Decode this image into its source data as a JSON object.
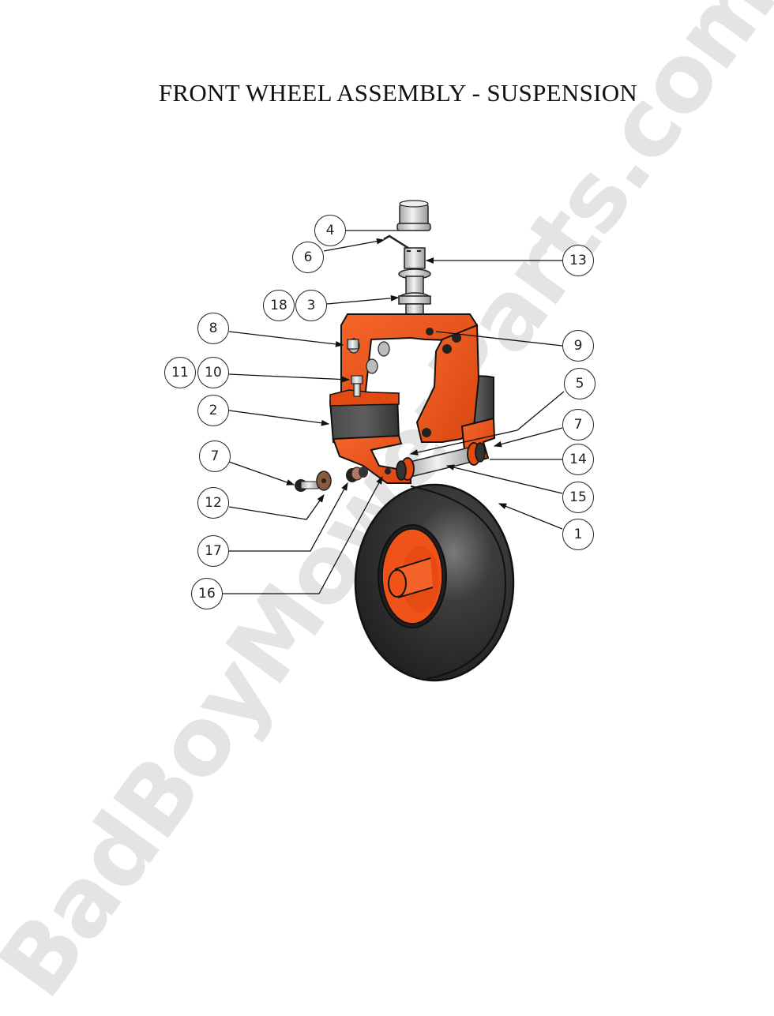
{
  "title": "FRONT WHEEL ASSEMBLY - SUSPENSION",
  "watermark": "BadBoyMowerParts.com",
  "colors": {
    "frame_orange": "#f0531a",
    "rubber_dark": "#3a3a3a",
    "hardware_gray": "#c8c8c8",
    "watermark_gray": "#e4e4e4"
  },
  "callouts": [
    {
      "id": "4",
      "label": "4",
      "part": "dust-cap"
    },
    {
      "id": "6",
      "label": "6",
      "part": "cotter-pin"
    },
    {
      "id": "13",
      "label": "13",
      "part": "castle-nut"
    },
    {
      "id": "18",
      "label": "18",
      "part": "spindle-washer"
    },
    {
      "id": "3",
      "label": "3",
      "part": "spindle-bearing"
    },
    {
      "id": "8",
      "label": "8",
      "part": "frame-bolt"
    },
    {
      "id": "9",
      "label": "9",
      "part": "frame-nut"
    },
    {
      "id": "11",
      "label": "11",
      "part": "mount-washer"
    },
    {
      "id": "10",
      "label": "10",
      "part": "mount-bolt"
    },
    {
      "id": "2",
      "label": "2",
      "part": "suspension-bracket"
    },
    {
      "id": "5",
      "label": "5",
      "part": "axle-arm"
    },
    {
      "id": "7a",
      "label": "7",
      "part": "axle-bolt-right"
    },
    {
      "id": "14",
      "label": "14",
      "part": "spacer"
    },
    {
      "id": "15",
      "label": "15",
      "part": "axle-shaft"
    },
    {
      "id": "7b",
      "label": "7",
      "part": "axle-bolt-left"
    },
    {
      "id": "12",
      "label": "12",
      "part": "washer"
    },
    {
      "id": "17",
      "label": "17",
      "part": "bushing"
    },
    {
      "id": "16",
      "label": "16",
      "part": "arm-nut"
    },
    {
      "id": "1",
      "label": "1",
      "part": "wheel-tire"
    }
  ]
}
